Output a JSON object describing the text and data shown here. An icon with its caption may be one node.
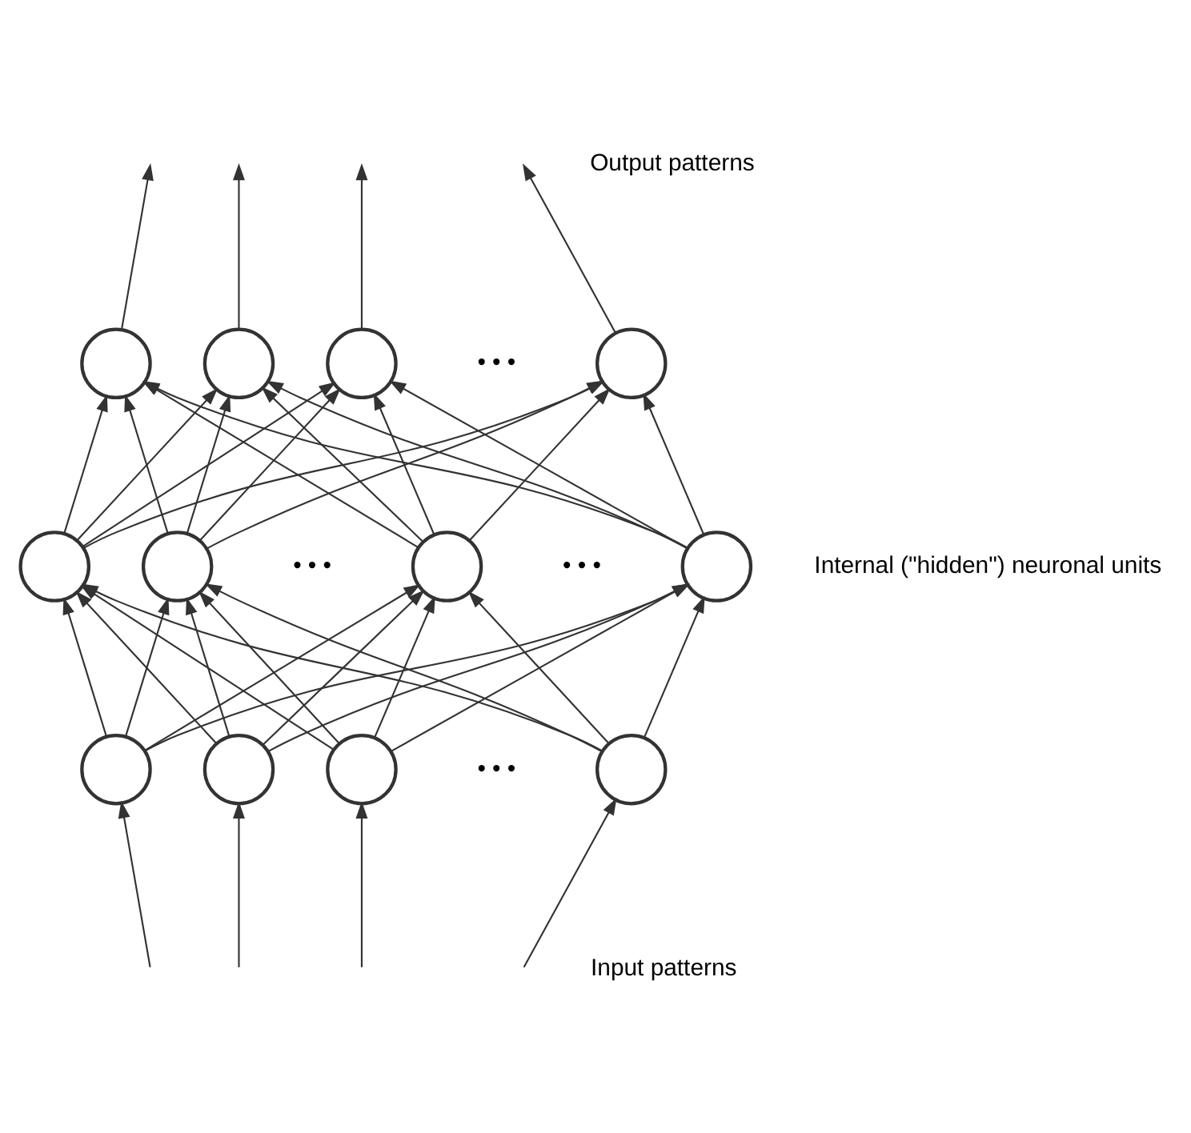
{
  "diagram": {
    "nodes": [
      {
        "text": [],
        "shape": "circle"
      },
      {
        "text": [],
        "shape": "circle"
      },
      {
        "text": [],
        "shape": "circle"
      },
      {
        "text": [],
        "shape": "circle"
      },
      {
        "text": [],
        "shape": "circle"
      },
      {
        "text": [],
        "shape": "circle"
      },
      {
        "text": [],
        "shape": "circle"
      },
      {
        "text": [],
        "shape": "circle"
      },
      {
        "text": [],
        "shape": "circle"
      },
      {
        "text": [],
        "shape": "circle"
      },
      {
        "text": [],
        "shape": "circle"
      },
      {
        "text": [],
        "shape": "circle"
      }
    ],
    "edges": [
      {
        "from": 0,
        "to": null,
        "arrow": "to"
      },
      {
        "from": 1,
        "to": null,
        "arrow": "to"
      },
      {
        "from": 2,
        "to": null,
        "arrow": "to"
      },
      {
        "from": 3,
        "to": null,
        "arrow": "to"
      },
      {
        "from": 4,
        "to": 0,
        "arrow": "to"
      },
      {
        "from": 4,
        "to": 1,
        "arrow": "to"
      },
      {
        "from": 4,
        "to": 2,
        "arrow": "to"
      },
      {
        "from": 4,
        "to": 3,
        "arrow": "to"
      },
      {
        "from": 5,
        "to": 0,
        "arrow": "to"
      },
      {
        "from": 5,
        "to": 1,
        "arrow": "to"
      },
      {
        "from": 5,
        "to": 2,
        "arrow": "to"
      },
      {
        "from": 5,
        "to": 3,
        "arrow": "to"
      },
      {
        "from": 6,
        "to": 0,
        "arrow": "to"
      },
      {
        "from": 6,
        "to": 1,
        "arrow": "to"
      },
      {
        "from": 6,
        "to": 2,
        "arrow": "to"
      },
      {
        "from": 6,
        "to": 3,
        "arrow": "to"
      },
      {
        "from": 7,
        "to": 0,
        "arrow": "to"
      },
      {
        "from": 7,
        "to": 1,
        "arrow": "to"
      },
      {
        "from": 7,
        "to": 2,
        "arrow": "to"
      },
      {
        "from": 7,
        "to": 3,
        "arrow": "to"
      },
      {
        "from": 8,
        "to": 4,
        "arrow": "to"
      },
      {
        "from": 8,
        "to": 5,
        "arrow": "to"
      },
      {
        "from": 8,
        "to": 6,
        "arrow": "to"
      },
      {
        "from": 8,
        "to": 7,
        "arrow": "to"
      },
      {
        "from": 9,
        "to": 4,
        "arrow": "to"
      },
      {
        "from": 9,
        "to": 5,
        "arrow": "to"
      },
      {
        "from": 9,
        "to": 6,
        "arrow": "to"
      },
      {
        "from": 9,
        "to": 7,
        "arrow": "to"
      },
      {
        "from": 10,
        "to": 4,
        "arrow": "to"
      },
      {
        "from": 10,
        "to": 5,
        "arrow": "to"
      },
      {
        "from": 10,
        "to": 6,
        "arrow": "to"
      },
      {
        "from": 10,
        "to": 7,
        "arrow": "to"
      },
      {
        "from": 11,
        "to": 4,
        "arrow": "to"
      },
      {
        "from": 11,
        "to": 5,
        "arrow": "to"
      },
      {
        "from": 11,
        "to": 6,
        "arrow": "to"
      },
      {
        "from": 11,
        "to": 7,
        "arrow": "to"
      },
      {
        "from": null,
        "to": 8,
        "arrow": "to"
      },
      {
        "from": null,
        "to": 9,
        "arrow": "to"
      },
      {
        "from": null,
        "to": 10,
        "arrow": "to"
      },
      {
        "from": null,
        "to": 11,
        "arrow": "to"
      }
    ],
    "labels": [
      "Output patterns",
      "• • •",
      "• • •",
      "• • •",
      "Internal (\"hidden\") neuronal units",
      "• • •",
      "Input patterns"
    ]
  }
}
